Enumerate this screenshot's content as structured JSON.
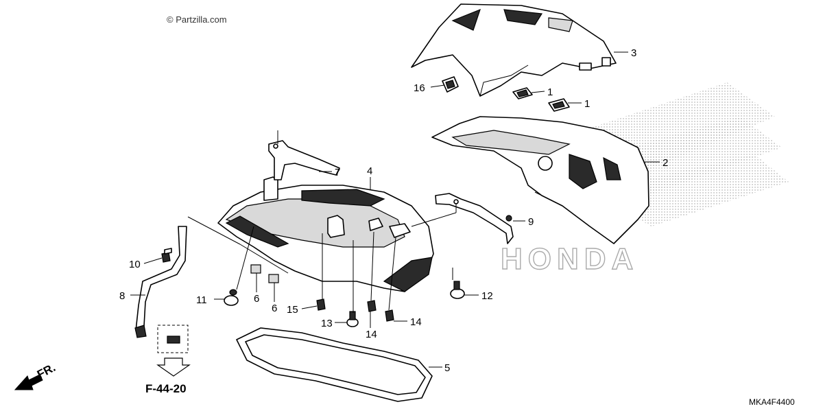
{
  "watermark": "© Partzilla.com",
  "diagram_code": "MKA4F4400",
  "reference": "F-44-20",
  "direction_label": "FR.",
  "brand_watermark": "HONDA",
  "callouts": [
    "1",
    "1",
    "2",
    "3",
    "4",
    "5",
    "6",
    "6",
    "7",
    "8",
    "9",
    "10",
    "11",
    "12",
    "13",
    "14",
    "14",
    "15",
    "16"
  ]
}
